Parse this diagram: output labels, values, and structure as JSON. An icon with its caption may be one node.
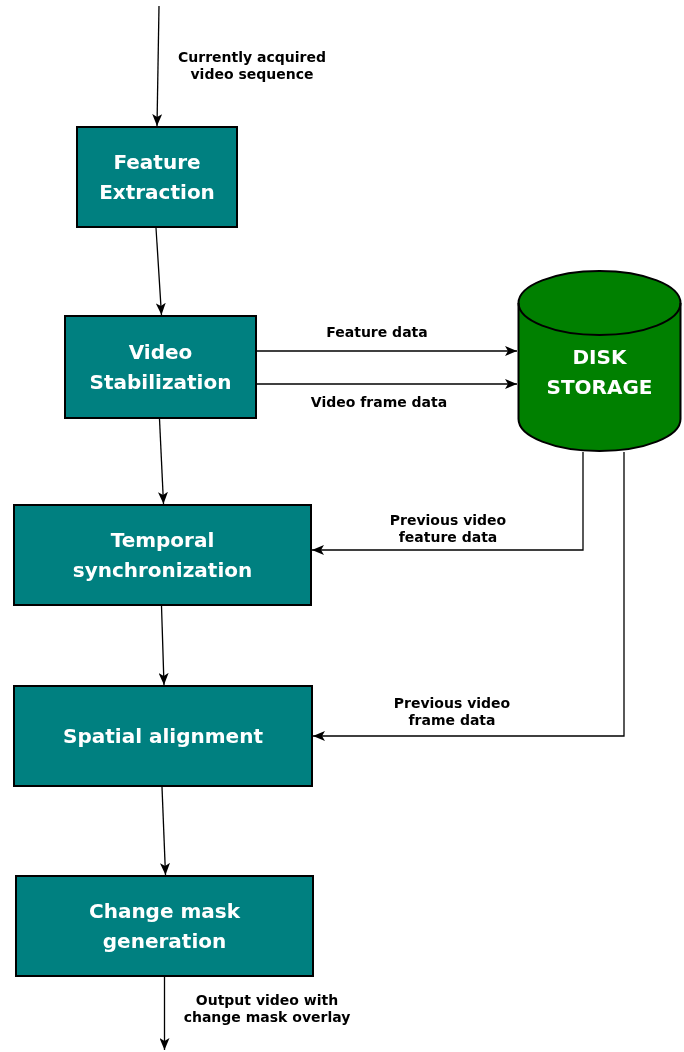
{
  "diagram": {
    "nodes": [
      {
        "text": [
          "Feature Extraction"
        ]
      },
      {
        "text": [
          "Video Stabilization"
        ]
      },
      {
        "text": [
          "DISK STORAGE"
        ]
      },
      {
        "text": [
          "Temporal synchronization"
        ]
      },
      {
        "text": [
          "Spatial alignment"
        ]
      },
      {
        "text": [
          "Change mask generation"
        ]
      }
    ],
    "edges": [
      {
        "from": null,
        "to": 0,
        "arrow": "to",
        "label": "Currently acquired video sequence"
      },
      {
        "from": 0,
        "to": 1,
        "arrow": "to"
      },
      {
        "from": 1,
        "to": 2,
        "arrow": "to",
        "label": "Feature data"
      },
      {
        "from": 1,
        "to": 2,
        "arrow": "to",
        "label": "Video frame data"
      },
      {
        "from": 1,
        "to": 3,
        "arrow": "to"
      },
      {
        "from": 2,
        "to": 3,
        "arrow": "to",
        "label": "Previous video feature data"
      },
      {
        "from": 3,
        "to": 4,
        "arrow": "to"
      },
      {
        "from": 2,
        "to": 4,
        "arrow": "to",
        "label": "Previous video frame data"
      },
      {
        "from": 4,
        "to": 5,
        "arrow": "to"
      },
      {
        "from": 5,
        "to": null,
        "arrow": "to",
        "label": "Output video with change mask overlay"
      }
    ]
  }
}
